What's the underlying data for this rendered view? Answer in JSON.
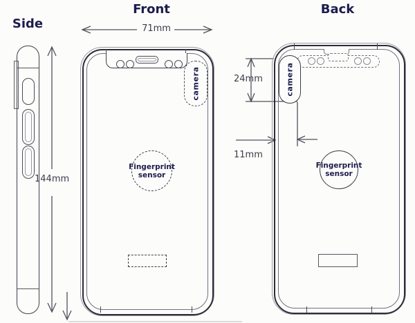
{
  "views": {
    "side": {
      "title": "Side"
    },
    "front": {
      "title": "Front",
      "camera_label": "camera",
      "fingerprint": {
        "line1": "Fingerprint",
        "line2": "sensor"
      }
    },
    "back": {
      "title": "Back",
      "camera_label": "camera",
      "fingerprint": {
        "line1": "Fingerprint",
        "line2": "sensor"
      }
    }
  },
  "dimensions": {
    "device_width": "71mm",
    "device_height": "144mm",
    "camera_length": "24mm",
    "camera_offset": "11mm"
  },
  "colors": {
    "title_navy": "#1c1c4e",
    "label_navy": "#1c1c4e",
    "dim_text": "#3c3c4e",
    "outline_dark": "#2b2b3a",
    "outline_mid": "#4a4a58",
    "line_gray": "#50505c",
    "background": "#fcfcfa"
  }
}
